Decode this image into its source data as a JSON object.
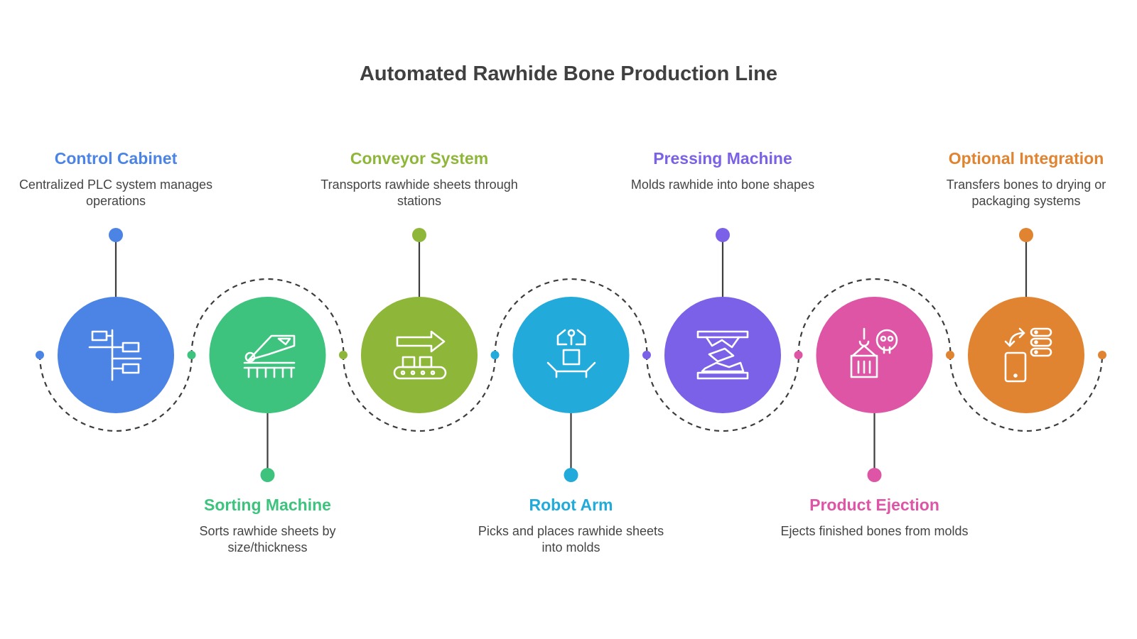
{
  "title": "Automated Rawhide Bone Production Line",
  "steps": [
    {
      "name": "Control Cabinet",
      "description": "Centralized PLC system manages operations",
      "color": "#4C84E6",
      "icon": "hierarchy-icon"
    },
    {
      "name": "Sorting Machine",
      "description": "Sorts rawhide sheets by size/thickness",
      "color": "#3EC37E",
      "icon": "sorting-machine-icon"
    },
    {
      "name": "Conveyor System",
      "description": "Transports rawhide sheets through stations",
      "color": "#8EB73A",
      "icon": "conveyor-icon"
    },
    {
      "name": "Robot Arm",
      "description": "Picks and places rawhide sheets into molds",
      "color": "#22AADB",
      "icon": "robot-arm-icon"
    },
    {
      "name": "Pressing Machine",
      "description": "Molds rawhide into bone shapes",
      "color": "#7B61E7",
      "icon": "press-icon"
    },
    {
      "name": "Product Ejection",
      "description": "Ejects finished bones from molds",
      "color": "#DE55A6",
      "icon": "ejection-icon"
    },
    {
      "name": "Optional Integration",
      "description": "Transfers bones to drying or packaging systems",
      "color": "#E08432",
      "icon": "integration-icon"
    }
  ]
}
